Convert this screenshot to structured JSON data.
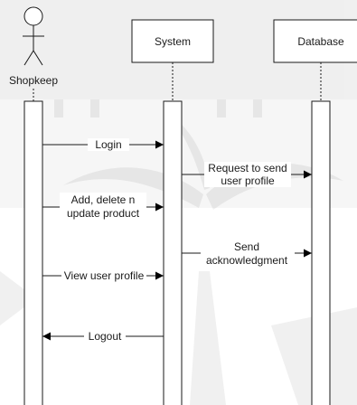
{
  "actors": [
    {
      "id": "shopkeep",
      "label": "Shopkeep",
      "kind": "stick-figure"
    },
    {
      "id": "system",
      "label": "System",
      "kind": "box"
    },
    {
      "id": "database",
      "label": "Database",
      "kind": "box"
    }
  ],
  "messages": [
    {
      "id": "login",
      "lines": [
        "Login"
      ],
      "from": "shopkeep",
      "to": "system"
    },
    {
      "id": "request",
      "lines": [
        "Request to send",
        "user profile"
      ],
      "from": "system",
      "to": "database"
    },
    {
      "id": "add",
      "lines": [
        "Add, delete n",
        "update product"
      ],
      "from": "shopkeep",
      "to": "system"
    },
    {
      "id": "send",
      "lines": [
        "Send",
        "acknowledgment"
      ],
      "from": "system",
      "to": "database"
    },
    {
      "id": "view",
      "lines": [
        "View user profile"
      ],
      "from": "shopkeep",
      "to": "system"
    },
    {
      "id": "logout",
      "lines": [
        "Logout"
      ],
      "from": "system",
      "to": "shopkeep"
    }
  ],
  "colors": {
    "line": "#1a1a1a",
    "arrow": "#000000",
    "background_tint": "#e6e6e6"
  }
}
